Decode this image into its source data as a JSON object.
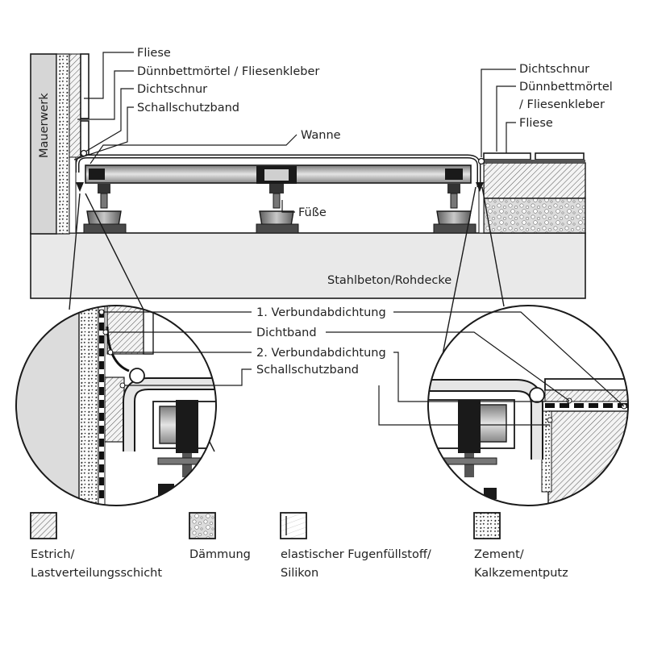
{
  "wall_label": "Mauerwerk",
  "floor_label": "Stahlbeton/Rohdecke",
  "labels_left": [
    "Fliese",
    "Dünnbettmörtel / Fliesenkleber",
    "Dichtschnur",
    "Schallschutzband"
  ],
  "labels_right": [
    "Dichtschnur",
    "Dünnbettmörtel",
    "/ Fliesenkleber",
    "Fliese"
  ],
  "tub_label": "Wanne",
  "feet_label": "Füße",
  "detail_labels": [
    "1. Verbundabdichtung",
    "Dichtband",
    "2. Verbundabdichtung",
    "Schallschutzband"
  ],
  "legend": [
    {
      "line1": "Estrich/",
      "line2": "Lastverteilungsschicht",
      "pattern": "hatch-pattern"
    },
    {
      "line1": "Dämmung",
      "line2": "",
      "pattern": "insulation-pattern"
    },
    {
      "line1": "elastischer Fugenfüllstoff/",
      "line2": "Silikon",
      "pattern": "sealant-pattern"
    },
    {
      "line1": "Zement/",
      "line2": "Kalkzementputz",
      "pattern": "cement-pattern"
    }
  ],
  "colors": {
    "stroke": "#1a1a1a",
    "concrete": "#e9e9e9",
    "wall": "#d6d6d6",
    "tub_metal": "#b0b0b0"
  }
}
